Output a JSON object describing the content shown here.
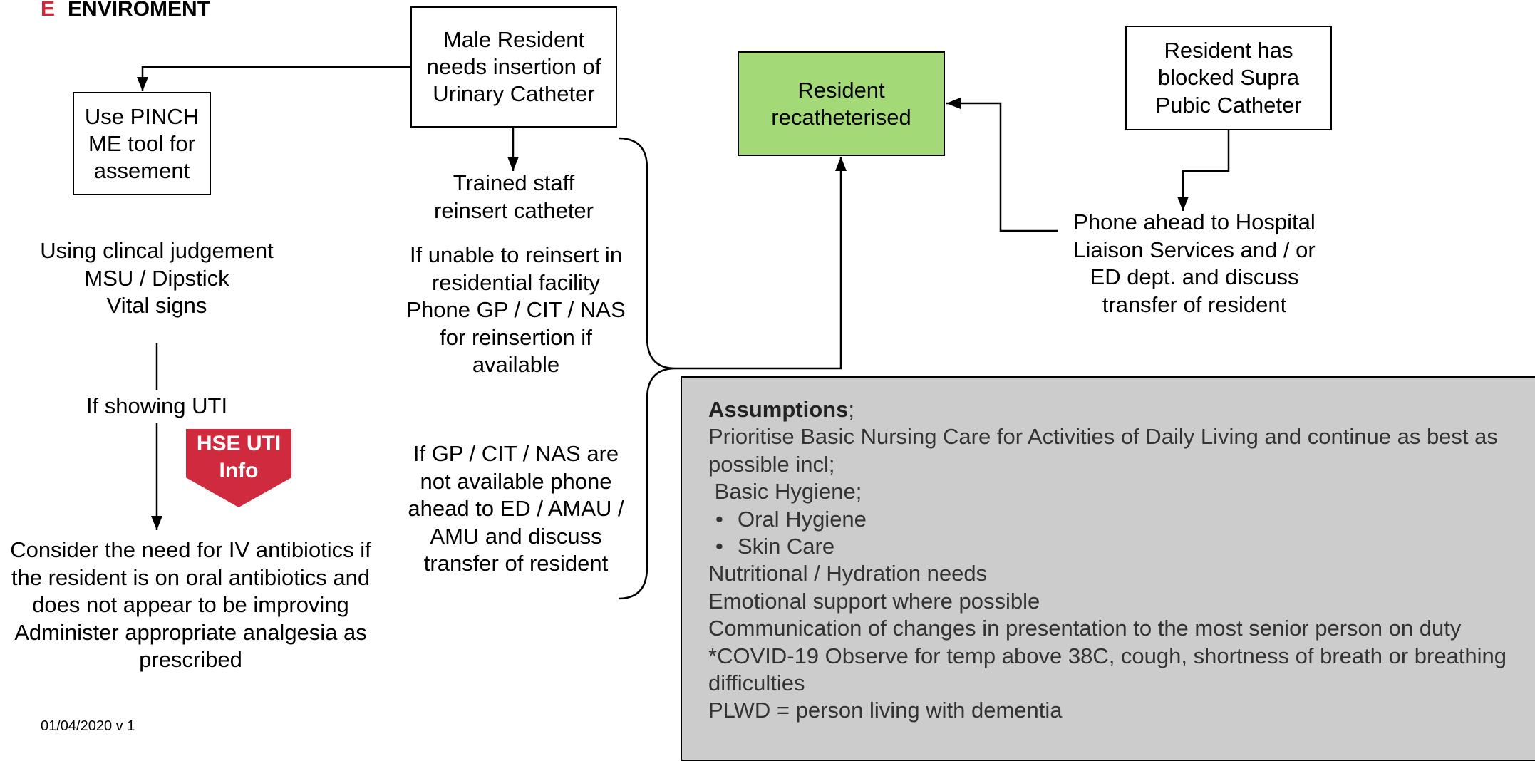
{
  "header": {
    "letter": "E",
    "title": "ENVIROMENT",
    "letter_color": "#d0283b"
  },
  "nodes": {
    "male_resident": "Male Resident\nneeds insertion of\nUrinary Catheter",
    "pinch_me": "Use PINCH\nME tool for\nassement",
    "recatheterised": "Resident\nrecatheterised",
    "blocked_spc": "Resident has\nblocked Supra\nPubic Catheter",
    "trained_staff": "Trained staff\nreinsert catheter",
    "unable_reinsert": "If  unable to reinsert in\nresidential facility\nPhone GP / CIT / NAS\nfor reinsertion if\navailable",
    "gp_unavailable": "If GP / CIT / NAS are\nnot available phone\nahead to ED  / AMAU /\nAMU and discuss\ntransfer of resident",
    "clinical_judgement": "Using clincal judgement\nMSU / Dipstick\nVital signs",
    "showing_uti": "If showing UTI",
    "iv_antibiotics": "Consider the need for IV antibiotics if\nthe resident is on oral antibiotics and\ndoes not appear to be improving\nAdminister appropriate analgesia as\nprescribed",
    "phone_ahead": "Phone ahead to Hospital\nLiaison Services and / or\nED dept. and discuss\ntransfer of resident"
  },
  "badge": {
    "label": "HSE  UTI\nInfo",
    "color": "#cf2a3e"
  },
  "assumptions": {
    "heading": "Assumptions",
    "heading_suffix": ";",
    "intro": "Prioritise Basic Nursing Care for Activities of Daily Living and continue as best as possible incl;",
    "hygiene": " Basic Hygiene;",
    "bullets": [
      "Oral Hygiene",
      "Skin Care"
    ],
    "lines": [
      "Nutritional / Hydration needs",
      "Emotional support where possible",
      "Communication of changes in presentation to the most senior person on duty",
      "*COVID-19 Observe for temp above 38C, cough, shortness of breath or breathing difficulties",
      "PLWD = person living with dementia"
    ],
    "background": "#cccccc"
  },
  "colors": {
    "recatheterised_fill": "#a3d977"
  },
  "footer": {
    "date": "01/04/2020 v 1"
  }
}
